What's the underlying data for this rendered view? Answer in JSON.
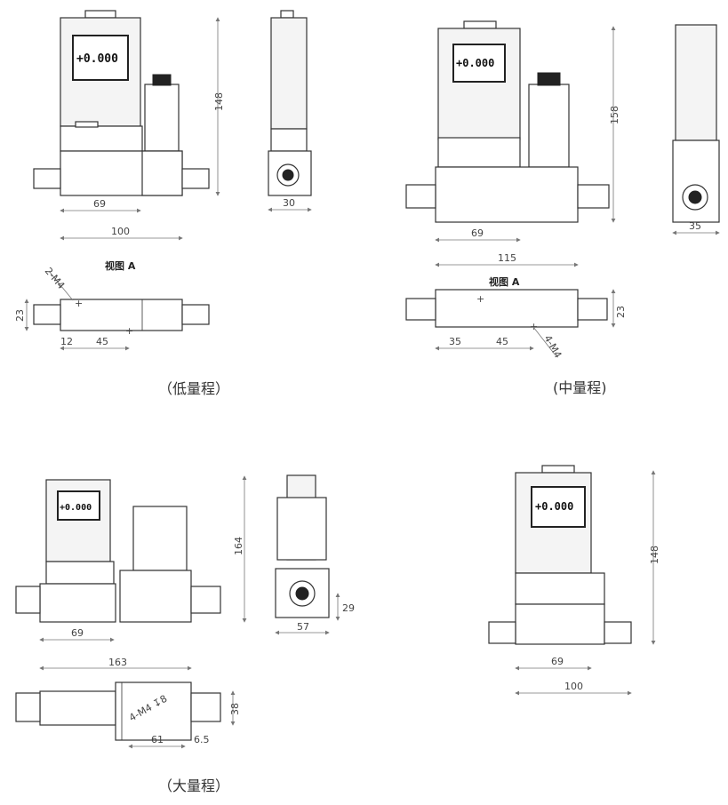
{
  "display_reading": "+0.000",
  "low_range": {
    "caption": "（低量程）",
    "view_a": "视图 A",
    "height": "148",
    "width_body": "69",
    "width_total": "100",
    "side_width": "30",
    "bottom_height": "23",
    "offset": "12",
    "spacing": "45",
    "thread": "2-M4"
  },
  "mid_range": {
    "caption": "(中量程)",
    "view_a": "视图 A",
    "height": "158",
    "width_body": "69",
    "width_total": "115",
    "side_width": "35",
    "bottom_height": "23",
    "offset": "35",
    "spacing": "45",
    "thread": "4-M4"
  },
  "high_range": {
    "caption": "（大量程）",
    "height": "164",
    "width_body": "69",
    "width_total": "163",
    "side_width": "57",
    "side_height": "29",
    "bottom_height": "38",
    "spacing": "61",
    "offset": "6.5",
    "thread": "4-M4 ↧8"
  },
  "extra": {
    "height": "148",
    "width_body": "69",
    "width_total": "100"
  }
}
